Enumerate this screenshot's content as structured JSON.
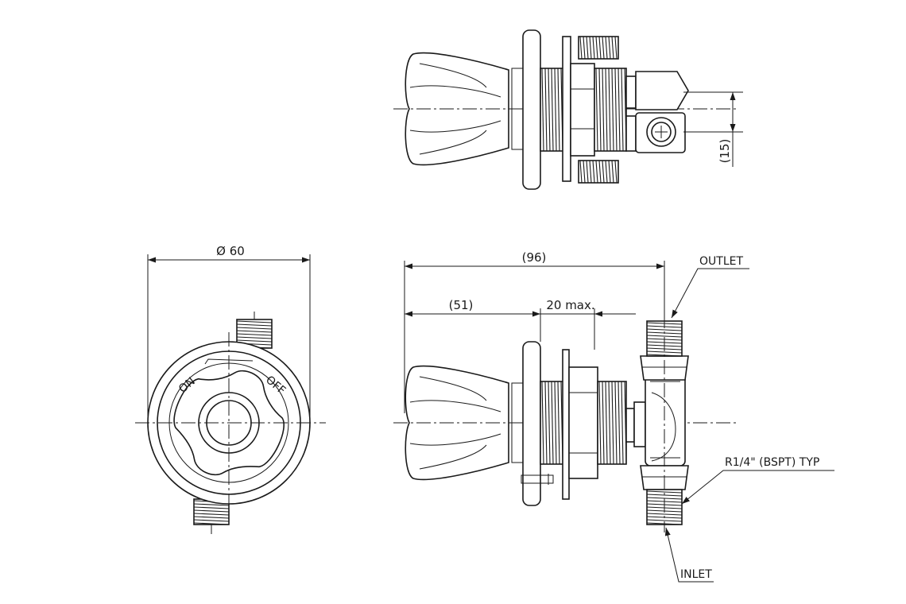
{
  "dimensions": {
    "diameter": "Ø 60",
    "overall_depth": "(96)",
    "handle_depth": "(51)",
    "panel_thickness": "20 max.",
    "port_offset": "(15)"
  },
  "labels": {
    "outlet": "OUTLET",
    "inlet": "INLET",
    "thread": "R1/4\" (BSPT) TYP"
  },
  "dial": {
    "on": "ON",
    "off": "OFF"
  }
}
